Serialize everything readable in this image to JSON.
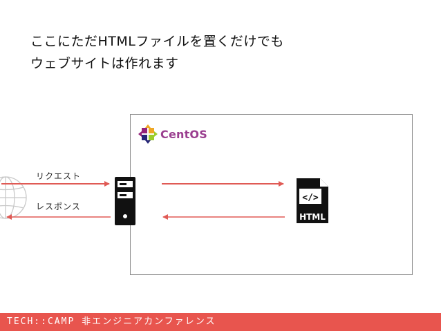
{
  "heading": {
    "line1": "ここにただHTMLファイルを置くだけでも",
    "line2": "ウェブサイトは作れます"
  },
  "centos": {
    "logo_text": "CentOS"
  },
  "arrows": {
    "request_label": "リクエスト",
    "response_label": "レスポンス"
  },
  "html_file_icon": {
    "label": "HTML",
    "glyph": "</>"
  },
  "footer": {
    "text": "TECH::CAMP 非エンジニアカンファレンス"
  },
  "colors": {
    "accent": "#e8554e",
    "arrow": "#e05a55",
    "centos": "#9a3e8f"
  }
}
